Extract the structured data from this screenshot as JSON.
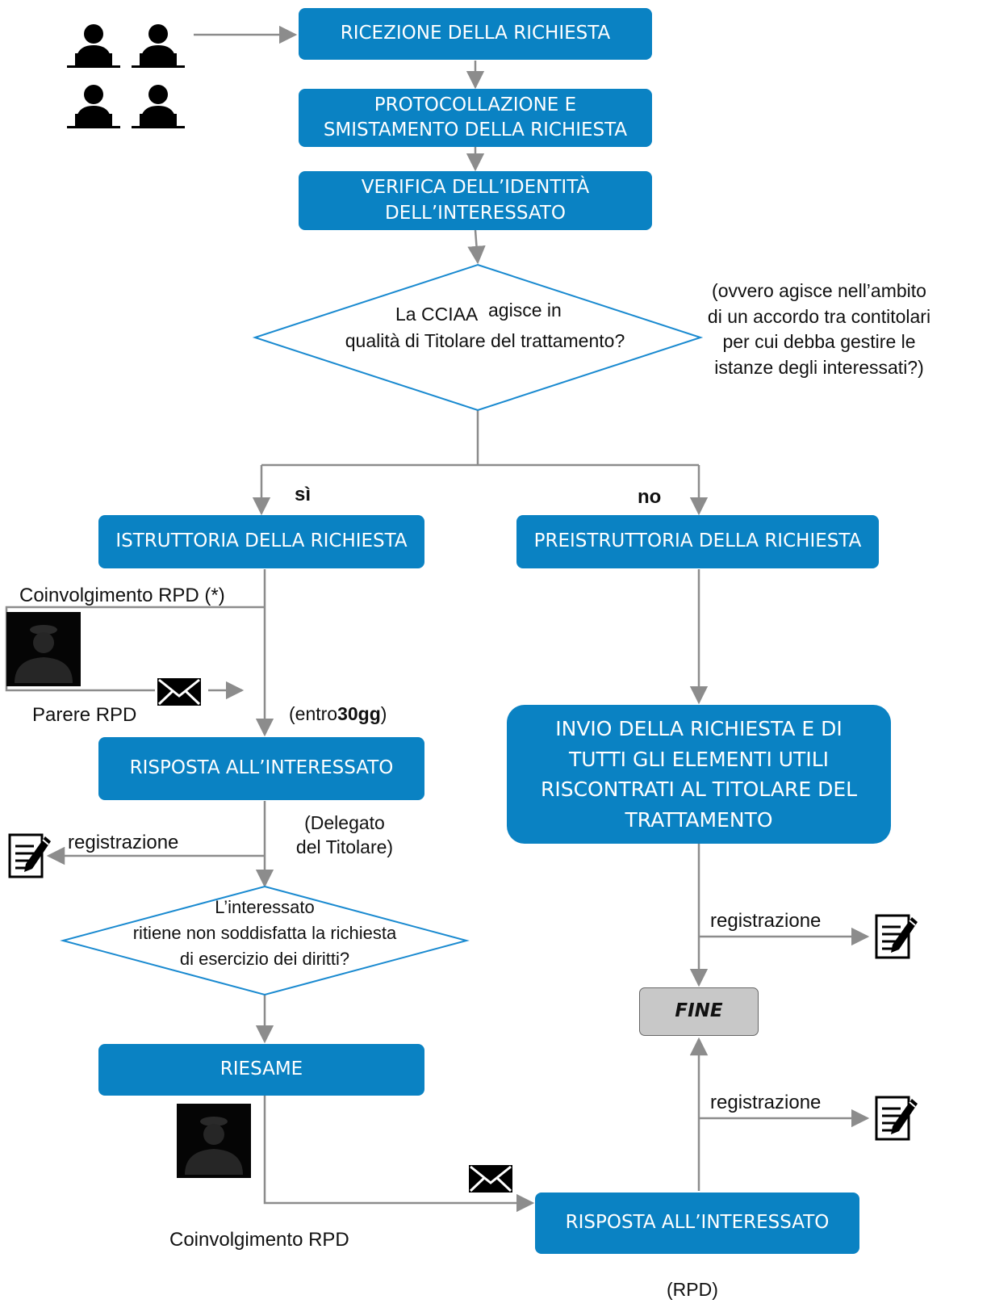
{
  "boxes": {
    "ricezione": "RICEZIONE DELLA RICHIESTA",
    "protocollazione": [
      "PROTOCOLLAZIONE E",
      "SMISTAMENTO DELLA RICHIESTA"
    ],
    "verifica": [
      "VERIFICA DELL’IDENTITÀ",
      "DELL’INTERESSATO"
    ],
    "istruttoria": "ISTRUTTORIA DELLA RICHIESTA",
    "preistruttoria": "PREISTRUTTORIA DELLA RICHIESTA",
    "risposta_left": "RISPOSTA ALL’INTERESSATO",
    "invio": [
      "INVIO DELLA RICHIESTA E DI",
      "TUTTI GLI ELEMENTI UTILI",
      "RISCONTRATI AL TITOLARE DEL",
      "TRATTAMENTO"
    ],
    "fine": "FINE",
    "riesame": "RIESAME",
    "risposta_right": "RISPOSTA ALL’INTERESSATO"
  },
  "decisions": {
    "titolare_q_line1a": "La CCIAA",
    "titolare_q_line1b": "agisce in",
    "titolare_q_line2": "qualità di Titolare del trattamento?",
    "titolare_note": [
      "(ovvero agisce nell’ambito",
      "di un accordo tra contitolari",
      "per cui debba gestire le",
      "istanze degli interessati?)"
    ],
    "soddisfatta_q": [
      "L’interessato",
      "ritiene non soddisfatta la richiesta",
      "di esercizio dei diritti?"
    ]
  },
  "branches": {
    "yes": "sì",
    "no": "no"
  },
  "labels": {
    "coinvolgimento_rpd_star": "Coinvolgimento RPD (*)",
    "parere_rpd": "Parere RPD",
    "entro_prefix": "(entro",
    "entro_value": "30gg",
    "entro_suffix": ")",
    "delegato": [
      "(Delegato",
      "del Titolare)"
    ],
    "registrazione_left": "registrazione",
    "registrazione_right_1": "registrazione",
    "registrazione_right_2": "registrazione",
    "coinvolgimento_rpd": "Coinvolgimento RPD",
    "rpd": "(RPD)"
  },
  "icons": [
    "people-group-icon",
    "officer-avatar-icon",
    "envelope-icon",
    "document-pencil-icon"
  ],
  "colors": {
    "box_blue": "#0a82c3",
    "box_gray": "#c8c8c8",
    "connector_gray": "#8c8c8c",
    "diamond_blue": "#1a8ad0"
  }
}
